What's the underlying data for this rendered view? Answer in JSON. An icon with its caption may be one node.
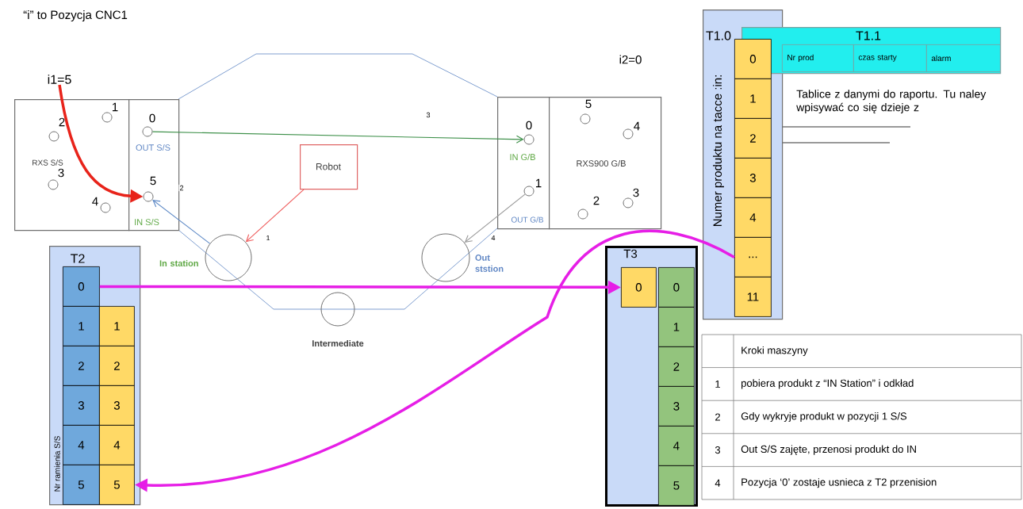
{
  "diagram": {
    "title": "“i” to Pozycja CNC1",
    "nodes": [
      {
        "text": [
          "i1=5"
        ]
      },
      {
        "text": [
          "RXS S/S"
        ]
      },
      {
        "text": [],
        "shape": "circle",
        "beside": [
          "1"
        ],
        "in": 1
      },
      {
        "text": [],
        "shape": "circle",
        "beside": [
          "2"
        ],
        "in": 1
      },
      {
        "text": [],
        "shape": "circle",
        "beside": [
          "3"
        ],
        "in": 1
      },
      {
        "text": [],
        "shape": "circle",
        "beside": [
          "4"
        ],
        "in": 1
      },
      {
        "text": [
          "OUT S/S",
          "IN S/S"
        ]
      },
      {
        "text": [],
        "shape": "circle",
        "beside": [
          "0"
        ],
        "in": 6
      },
      {
        "text": [],
        "shape": "circle",
        "beside": [
          "5"
        ],
        "in": 6
      },
      {
        "text": [
          "Robot"
        ]
      },
      {
        "text": [
          "IN G/B",
          "OUT G/B"
        ]
      },
      {
        "text": [],
        "shape": "circle",
        "beside": [
          "0"
        ],
        "in": 10
      },
      {
        "text": [],
        "shape": "circle",
        "beside": [
          "1"
        ],
        "in": 10
      },
      {
        "text": [
          "RXS900 G/B"
        ]
      },
      {
        "text": [],
        "shape": "circle",
        "beside": [
          "5"
        ],
        "in": 13
      },
      {
        "text": [],
        "shape": "circle",
        "beside": [
          "4"
        ],
        "in": 13
      },
      {
        "text": [],
        "shape": "circle",
        "beside": [
          "2"
        ],
        "in": 13
      },
      {
        "text": [],
        "shape": "circle",
        "beside": [
          "3"
        ],
        "in": 13
      },
      {
        "text": [],
        "shape": "circle",
        "beside": [
          "In station"
        ]
      },
      {
        "text": [],
        "shape": "circle",
        "beside": [
          "Intermediate"
        ]
      },
      {
        "text": [],
        "shape": "circle",
        "beside": [
          "Out ststion"
        ]
      },
      {
        "text": [
          "T1.0",
          "Numer produktu na tacce :in:"
        ]
      },
      {
        "text": [
          "0"
        ],
        "in": 21
      },
      {
        "text": [
          "1"
        ],
        "in": 21
      },
      {
        "text": [
          "2"
        ],
        "in": 21
      },
      {
        "text": [
          "3"
        ],
        "in": 21
      },
      {
        "text": [
          "4"
        ],
        "in": 21
      },
      {
        "text": [
          "..."
        ],
        "in": 21
      },
      {
        "text": [
          "11"
        ],
        "in": 21
      },
      {
        "text": [
          "T1.1"
        ]
      },
      {
        "text": [
          "Nr prod"
        ],
        "in": 29
      },
      {
        "text": [
          "czas starty"
        ],
        "in": 29
      },
      {
        "text": [
          "alarm"
        ],
        "in": 29
      },
      {
        "text": [
          "T2",
          "Nr ramienia S/S"
        ]
      },
      {
        "text": [
          "0"
        ],
        "in": 33
      },
      {
        "text": [
          "1"
        ],
        "in": 33
      },
      {
        "text": [
          "2"
        ],
        "in": 33
      },
      {
        "text": [
          "3"
        ],
        "in": 33
      },
      {
        "text": [
          "4"
        ],
        "in": 33
      },
      {
        "text": [
          "5"
        ],
        "in": 33
      },
      {
        "text": [
          "1"
        ],
        "in": 33
      },
      {
        "text": [
          "2"
        ],
        "in": 33
      },
      {
        "text": [
          "3"
        ],
        "in": 33
      },
      {
        "text": [
          "4"
        ],
        "in": 33
      },
      {
        "text": [
          "5"
        ],
        "in": 33
      },
      {
        "text": [
          "T3"
        ]
      },
      {
        "text": [
          "0"
        ],
        "in": 45
      },
      {
        "text": [
          "0"
        ],
        "in": 45
      },
      {
        "text": [
          "1"
        ],
        "in": 45
      },
      {
        "text": [
          "2"
        ],
        "in": 45
      },
      {
        "text": [
          "3"
        ],
        "in": 45
      },
      {
        "text": [
          "4"
        ],
        "in": 45
      },
      {
        "text": [
          "5"
        ],
        "in": 45
      }
    ],
    "edges": [
      {
        "from": 0,
        "to": 8,
        "arrow": "to",
        "style": "thick",
        "color": "#e8231a"
      },
      {
        "from": 7,
        "to": 11,
        "arrow": "to",
        "label": "3",
        "color": "#3c8f48"
      },
      {
        "from": 18,
        "to": 8,
        "arrow": "to",
        "label": "2",
        "color": "#5b87c5"
      },
      {
        "from": 9,
        "to": 18,
        "arrow": "to",
        "label": "1",
        "color": "#ef5b5b"
      },
      {
        "from": 12,
        "to": 20,
        "arrow": "to",
        "label": "4",
        "color": "#999999"
      },
      {
        "from": 34,
        "to": 46,
        "arrow": "to",
        "style": "thick",
        "color": "#e61ee6"
      },
      {
        "from": 27,
        "to": 44,
        "arrow": "to",
        "style": "thick",
        "color": "#e61ee6"
      }
    ],
    "labels": [
      "i2=0",
      "Tablice z danymi do raportu. Tu naley wpisywać co się dzieje z",
      "Kroki maszyny",
      "1",
      "pobiera produkt z “IN Station” i odkład",
      "2",
      "Gdy wykryje produkt w pozycji 1 S/S",
      "3",
      "Out S/S zajęte, przenosi produkt do IN",
      "4",
      "Pozycja ‘0’ zostaje usnieca z T2 przenision"
    ]
  }
}
